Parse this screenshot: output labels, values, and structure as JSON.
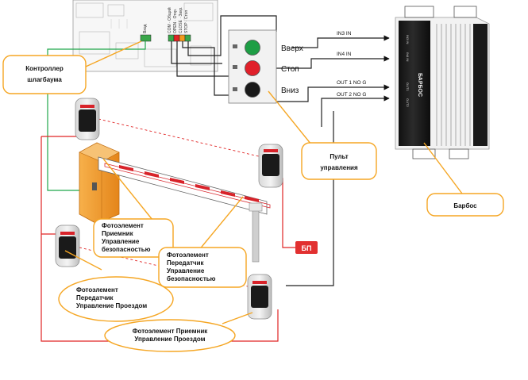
{
  "controller": {
    "callout": [
      "Контроллер",
      "шлагбаума"
    ],
    "terminal_top": "Вход",
    "terminal_labels": [
      "COM · Общий",
      "OPEN · Откр.",
      "CLOSE · Закр.",
      "STOP · Стоп"
    ]
  },
  "remote": {
    "callout": [
      "Пульт",
      "управления"
    ],
    "buttons": [
      {
        "label": "Вверх",
        "color": "#1e9e45"
      },
      {
        "label": "Стоп",
        "color": "#e0202a"
      },
      {
        "label": "Вниз",
        "color": "#1a1a1a"
      }
    ]
  },
  "barbos": {
    "callout": "Барбос",
    "brand": "БАРБОС",
    "inputs": [
      "IN3 IN",
      "IN4 IN",
      "OUT 1 NO  G",
      "OUT 2 NO  G"
    ],
    "side_text": [
      "IN3 IN",
      "IN4 IN",
      "OUT1",
      "OUT2"
    ]
  },
  "bp": {
    "label": "БП",
    "color": "#e23030"
  },
  "photocells": {
    "receiver_safety": [
      "Фотоэлемент",
      "Приемник",
      "Управление",
      "безопасностью"
    ],
    "transmitter_safety": [
      "Фотоэлемент",
      "Передатчик",
      "Управление",
      "безопасностью"
    ],
    "transmitter_pass": [
      "Фотоэлемент",
      "Передатчик",
      "Управление Проездом"
    ],
    "receiver_pass": [
      "Фотоэлемент Приемник",
      "Управление Проездом"
    ]
  },
  "colors": {
    "callout_stroke": "#f5a623",
    "wire_red": "#e02424",
    "wire_green": "#1fa64a",
    "wire_dark": "#222222",
    "barrier_orange": "#f29a1e",
    "boom_red": "#d8232a"
  }
}
